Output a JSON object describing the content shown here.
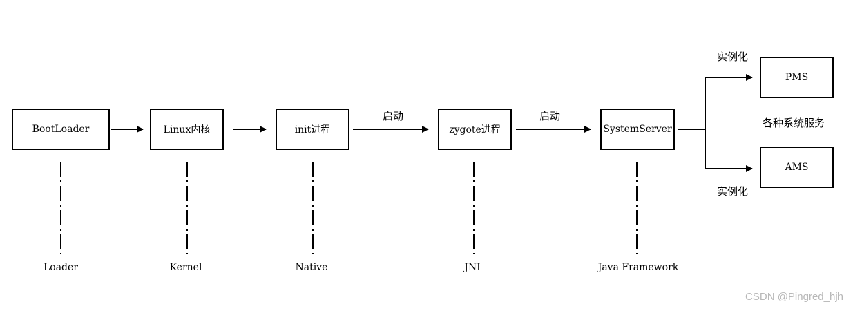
{
  "boxes": {
    "bootloader": "BootLoader",
    "linux": "Linux内核",
    "init": "init进程",
    "zygote": "zygote进程",
    "systemserver": "SystemServer",
    "pms": "PMS",
    "ams": "AMS"
  },
  "arrow_labels": {
    "init_to_zygote": "启动",
    "zygote_to_systemserver": "启动",
    "to_pms": "实例化",
    "to_ams": "实例化"
  },
  "services_group_label": "各种系统服务",
  "layers": [
    "Loader",
    "Kernel",
    "Native",
    "JNI",
    "Java Framework"
  ],
  "watermark": "CSDN @Pingred_hjh"
}
